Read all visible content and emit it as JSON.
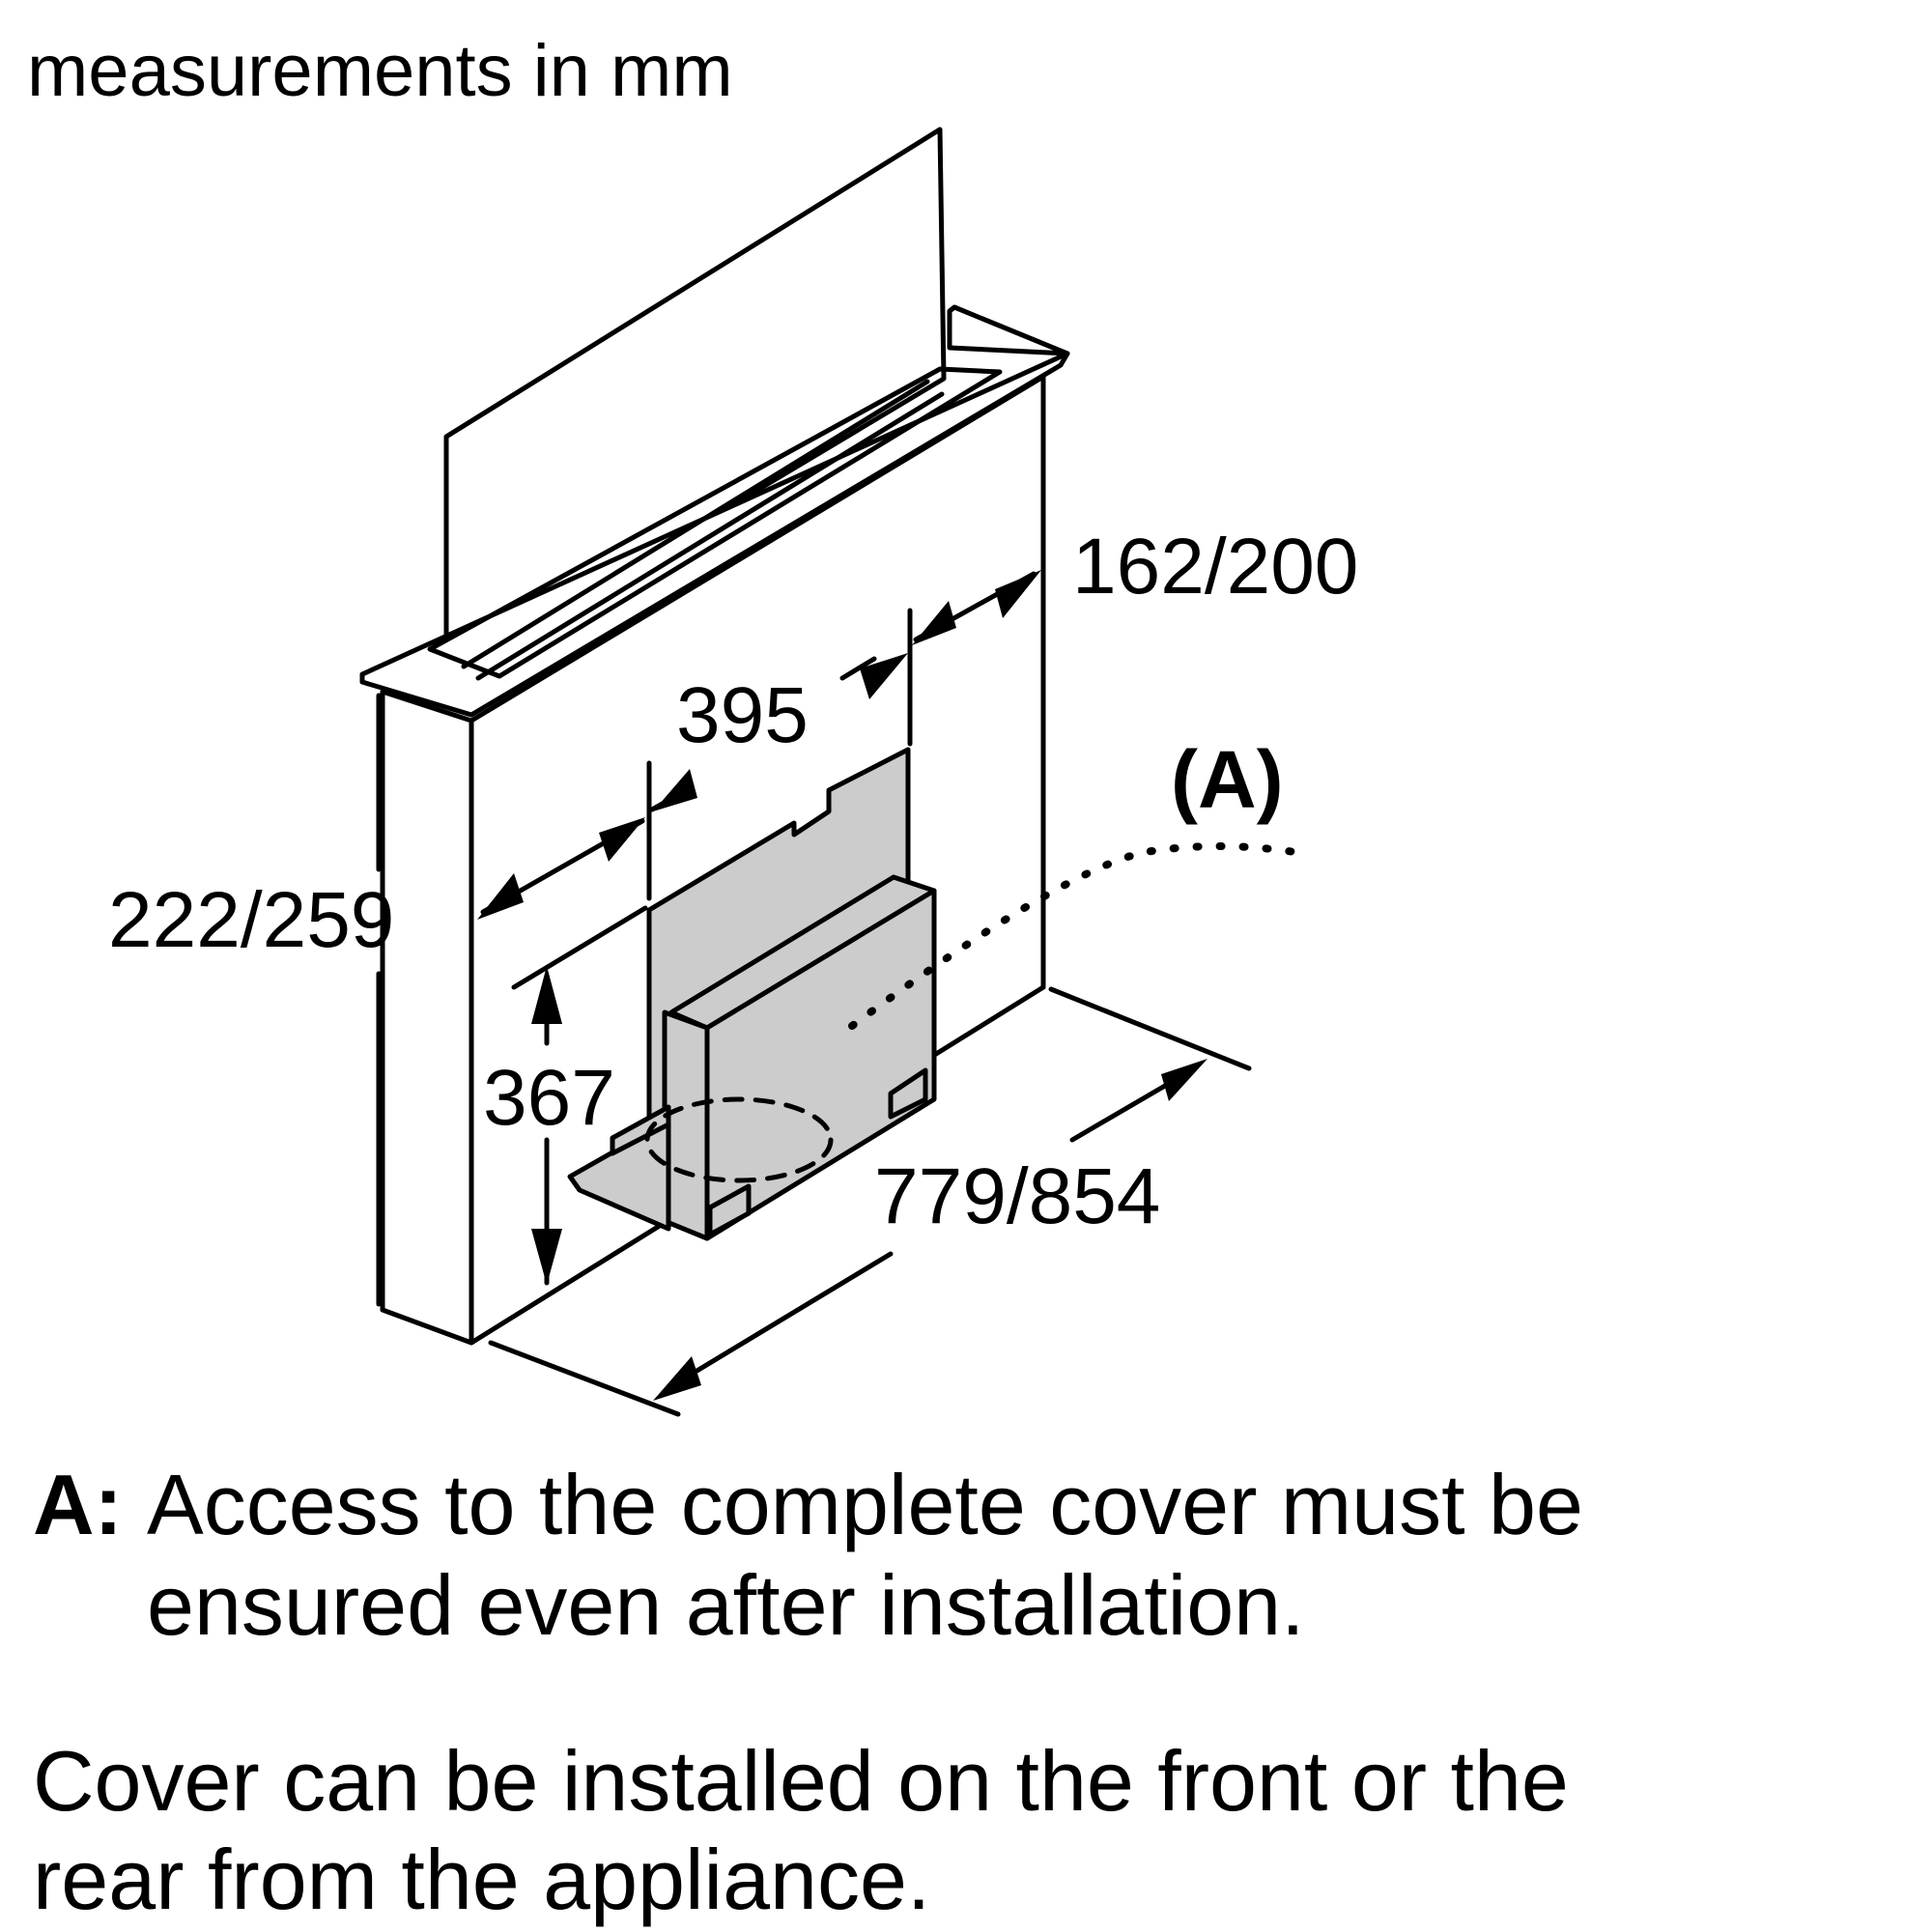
{
  "title": "measurements in mm",
  "dimensions": {
    "d1": "162/200",
    "d2": "395",
    "d3": "222/259",
    "d4": "367",
    "d5": "779/854"
  },
  "callout": "(A)",
  "notes": {
    "a_key": "A:",
    "a_line1": "Access to the complete cover must be",
    "a_line2": "ensured even after installation.",
    "b_line1": "Cover can be installed on the front or the",
    "b_line2": "rear from the appliance."
  },
  "colors": {
    "line": "#000000",
    "cover_fill": "#cccccc",
    "background": "#ffffff"
  }
}
